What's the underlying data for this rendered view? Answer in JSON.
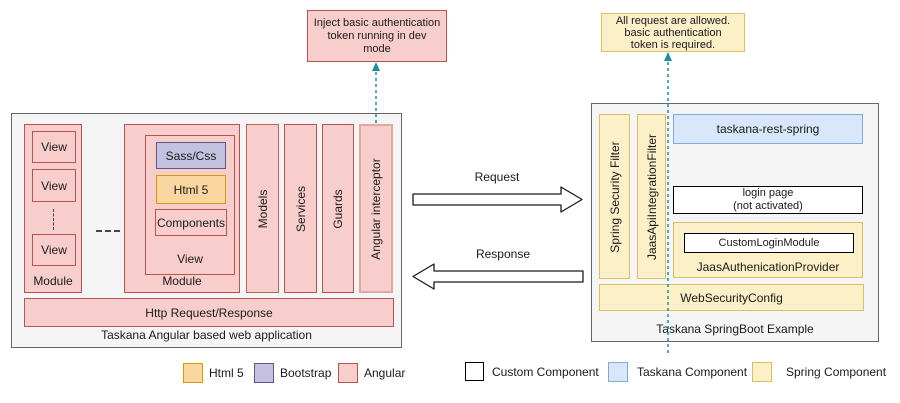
{
  "colors": {
    "angular_fill": "#f8cecc",
    "angular_border": "#b85450",
    "html5_fill": "#fad7a0",
    "html5_border": "#d79b00",
    "bootstrap_fill": "#c5c2e1",
    "bootstrap_border": "#5c568e",
    "taskana_fill": "#d9e7fb",
    "taskana_border": "#82aade",
    "spring_fill": "#fcf0c8",
    "spring_border": "#dcbf5f",
    "container_fill": "#f5f5f5",
    "container_border": "#666666",
    "connector_teal": "#1d8f9b"
  },
  "left_app": {
    "title": "Taskana Angular based web application",
    "module1": {
      "views": [
        "View",
        "View",
        "View"
      ],
      "label": "Module"
    },
    "module2": {
      "label": "Module",
      "view": {
        "label": "View",
        "sass": "Sass/Css",
        "html5": "Html 5",
        "components": "Components"
      }
    },
    "bars": [
      "Models",
      "Services",
      "Guards",
      "Angular interceptor"
    ],
    "http_bar": "Http Request/Response"
  },
  "right_app": {
    "title": "Taskana SpringBoot Example",
    "filters": [
      "Spring Security Filter",
      "JaasApiIntegrationFilter"
    ],
    "rest_component": "taskana-rest-spring",
    "login_page_lines": [
      "login page",
      "(not activated)"
    ],
    "jaas_provider": {
      "label": "JaasAuthenicationProvider",
      "inner": "CustomLoginModule"
    },
    "web_security": "WebSecurityConfig"
  },
  "callouts": {
    "left_lines": [
      "Inject basic authentication",
      "token running in dev",
      "mode"
    ],
    "right_lines": [
      "All request are allowed.",
      "basic authentication",
      "token is required."
    ]
  },
  "flows": {
    "request": "Request",
    "response": "Response"
  },
  "legend": [
    {
      "label": "Html 5",
      "fill": "#fad7a0",
      "border": "#d79b00"
    },
    {
      "label": "Bootstrap",
      "fill": "#c5c2e1",
      "border": "#5c568e"
    },
    {
      "label": "Angular",
      "fill": "#f8cecc",
      "border": "#b85450"
    },
    {
      "label": "Custom Component",
      "fill": "#ffffff",
      "border": "#000000"
    },
    {
      "label": "Taskana Component",
      "fill": "#d9e7fb",
      "border": "#82aade"
    },
    {
      "label": "Spring Component",
      "fill": "#fcf0c8",
      "border": "#dcbf5f"
    }
  ]
}
